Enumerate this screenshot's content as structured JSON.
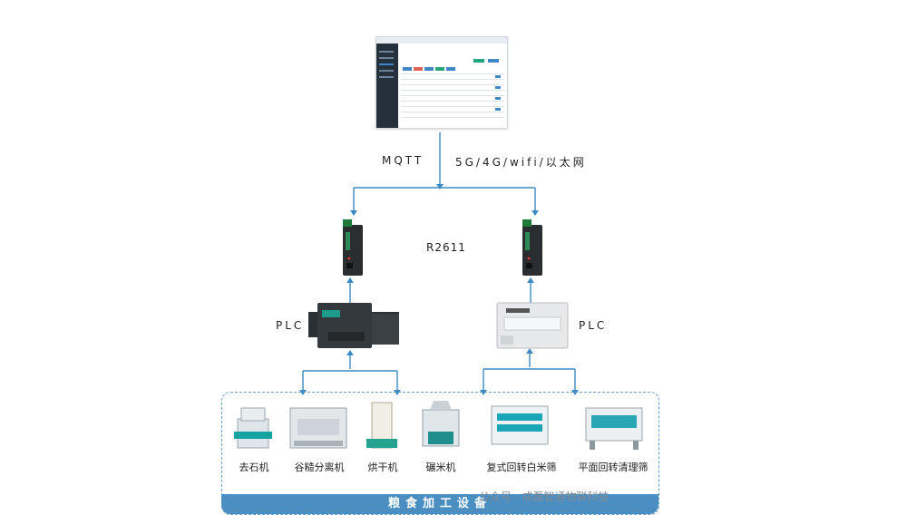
{
  "diagram": {
    "screen_title": "",
    "link_protocol": "MQTT",
    "link_networks": "5G/4G/wifi/以太网",
    "gateway_label": "R2611",
    "plc_left_label": "PLC",
    "plc_right_label": "PLC",
    "equipment": [
      {
        "label": "去石机",
        "icon": "destoner-machine-icon"
      },
      {
        "label": "谷糙分离机",
        "icon": "paddy-separator-icon"
      },
      {
        "label": "烘干机",
        "icon": "dryer-icon"
      },
      {
        "label": "碾米机",
        "icon": "rice-mill-icon"
      },
      {
        "label": "复式回转白米筛",
        "icon": "rotary-rice-sifter-icon"
      },
      {
        "label": "平面回转清理筛",
        "icon": "plane-rotary-cleaner-icon"
      }
    ],
    "banner": "粮食加工设备",
    "watermark": "公众号 · 成磊智通物联科技",
    "colors": {
      "line": "#3d8ac0",
      "banner": "#4a8ec2",
      "panel_border": "#6a9ec4"
    }
  }
}
